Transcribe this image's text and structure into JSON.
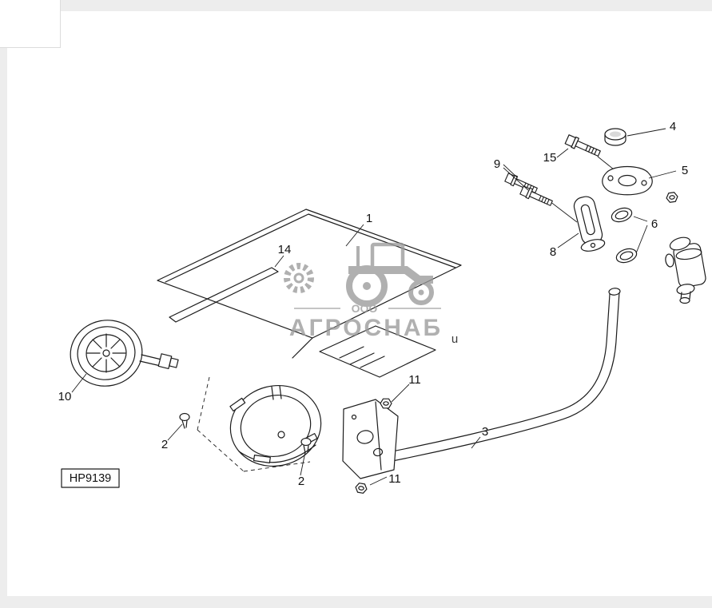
{
  "page": {
    "figure_label": "HP9139"
  },
  "watermark": {
    "org_form": "ООО",
    "name": "АГРОСНАБ",
    "stray_glyph": "u"
  },
  "callouts": [
    {
      "label": "1"
    },
    {
      "label": "14"
    },
    {
      "label": "4"
    },
    {
      "label": "15"
    },
    {
      "label": "9"
    },
    {
      "label": "5"
    },
    {
      "label": "6"
    },
    {
      "label": "8"
    },
    {
      "label": "10"
    },
    {
      "label": "11"
    },
    {
      "label": "2"
    },
    {
      "label": "2"
    },
    {
      "label": "11"
    },
    {
      "label": "3"
    }
  ],
  "colors": {
    "line": "#1c1c1c",
    "watermark": "#9a9a9a",
    "chrome": "#ededed"
  }
}
